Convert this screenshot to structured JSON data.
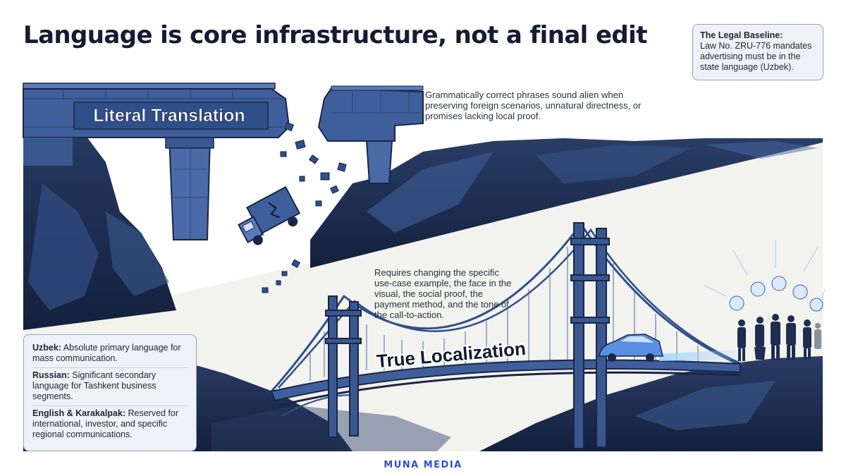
{
  "title": "Language is core infrastructure, not a final edit",
  "legal_card": {
    "title": "The Legal Baseline:",
    "body": "Law No. ZRU-776 mandates advertising must be in the state language (Uzbek)."
  },
  "scene": {
    "literal_label": "Literal Translation",
    "localization_label": "True Localization",
    "literal_caption": "Grammatically correct phrases sound alien when preserving foreign scenarios, unnatural directness, or promises lacking local proof.",
    "localization_caption": "Requires changing the specific use-case example, the face in the visual, the social proof, the payment method, and the tone of the call-to-action."
  },
  "languages": [
    {
      "name": "Uzbek:",
      "text": "Absolute primary language for mass communication."
    },
    {
      "name": "Russian:",
      "text": "Significant secondary language for Tashkent business segments."
    },
    {
      "name": "English & Karakalpak:",
      "text": "Reserved for international, investor, and specific regional communications."
    }
  ],
  "brand": "MUNA MEDIA",
  "colors": {
    "navy": "#141c33",
    "bridge_blue": "#3f5f9c",
    "rock_dark": "#1c2a4a",
    "brand_blue": "#2f4fd6",
    "card_bg": "#eef2f7",
    "card_border": "#8ea3c2"
  }
}
